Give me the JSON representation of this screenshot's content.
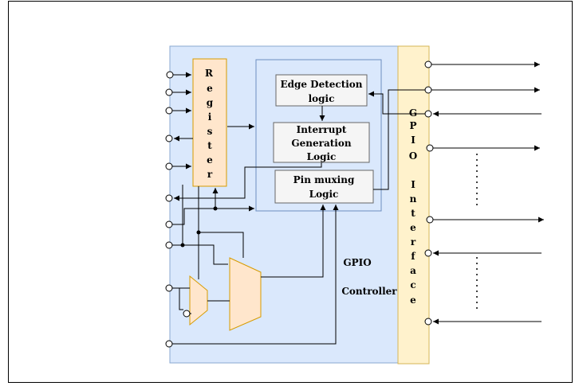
{
  "register": {
    "letters": [
      "R",
      "e",
      "g",
      "i",
      "s",
      "t",
      "e",
      "r"
    ]
  },
  "blocks": {
    "edge_detection": {
      "line1": "Edge Detection",
      "line2": "logic"
    },
    "interrupt": {
      "line1": "Interrupt",
      "line2": "Generation",
      "line3": "Logic"
    },
    "pin_muxing": {
      "line1": "Pin muxing",
      "line2": "Logic"
    }
  },
  "controller": {
    "line1": "GPIO",
    "line2": "Controller"
  },
  "interface": {
    "letters": [
      "G",
      "P",
      "I",
      "O",
      "",
      "I",
      "n",
      "t",
      "e",
      "r",
      "f",
      "a",
      "c",
      "e"
    ]
  },
  "colors": {
    "controller_fill": "#dae8fc",
    "controller_stroke": "#8aa8d0",
    "register_fill": "#ffe6cc",
    "register_stroke": "#d79b00",
    "interface_fill": "#fff2cc",
    "interface_stroke": "#d6b656",
    "block_fill": "#f5f5f5",
    "block_stroke": "#666666"
  }
}
